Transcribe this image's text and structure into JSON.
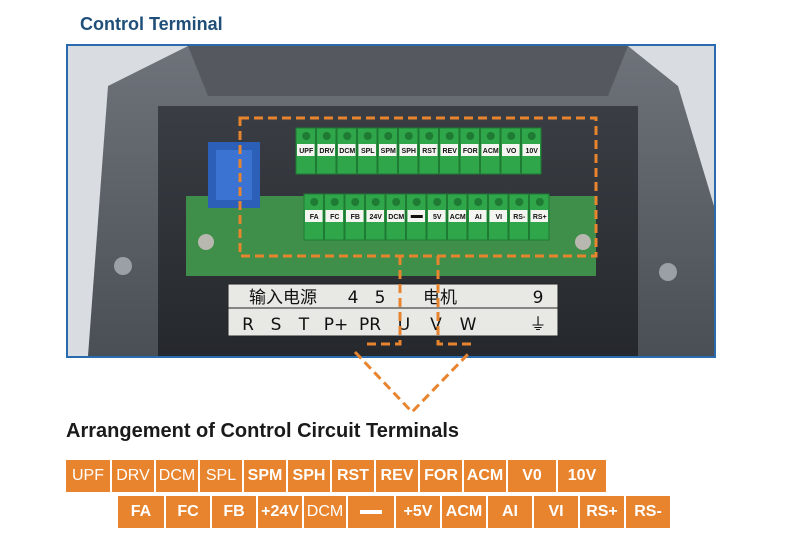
{
  "title": "Control Terminal",
  "heading": "Arrangement of Control Circuit Terminals",
  "colors": {
    "accent": "#e8842e",
    "title": "#1f4e79",
    "frame": "#2a6bb0"
  },
  "photo": {
    "upper_labels": [
      "UPF",
      "DRV",
      "DCM",
      "SPL",
      "SPM",
      "SPH",
      "RST",
      "REV",
      "FOR",
      "ACM",
      "VO",
      "10V"
    ],
    "lower_labels": [
      "FA",
      "FC",
      "FB",
      "24V",
      "DCM",
      "",
      "5V",
      "ACM",
      "AI",
      "VI",
      "RS-",
      "RS+"
    ],
    "plate_top": [
      "输入电源",
      "4",
      "5",
      "电机",
      "9"
    ],
    "plate_bottom": [
      "R",
      "S",
      "T",
      "P+",
      "PR",
      "U",
      "V",
      "W",
      "⏚"
    ]
  },
  "row1": [
    {
      "label": "UPF",
      "weight": "light"
    },
    {
      "label": "DRV",
      "weight": "light"
    },
    {
      "label": "DCM",
      "weight": "light"
    },
    {
      "label": "SPL",
      "weight": "light"
    },
    {
      "label": "SPM",
      "weight": "bold"
    },
    {
      "label": "SPH",
      "weight": "bold"
    },
    {
      "label": "RST",
      "weight": "bold"
    },
    {
      "label": "REV",
      "weight": "bold"
    },
    {
      "label": "FOR",
      "weight": "bold"
    },
    {
      "label": "ACM",
      "weight": "bold"
    },
    {
      "label": "V0",
      "weight": "bold"
    },
    {
      "label": "10V",
      "weight": "bold"
    }
  ],
  "row2": [
    {
      "label": "FA",
      "weight": "bold"
    },
    {
      "label": "FC",
      "weight": "bold"
    },
    {
      "label": "FB",
      "weight": "bold"
    },
    {
      "label": "+24V",
      "weight": "bold"
    },
    {
      "label": "DCM",
      "weight": "light"
    },
    {
      "label": "",
      "weight": "bold",
      "dash": true
    },
    {
      "label": "+5V",
      "weight": "bold"
    },
    {
      "label": "ACM",
      "weight": "bold"
    },
    {
      "label": "AI",
      "weight": "bold"
    },
    {
      "label": "VI",
      "weight": "bold"
    },
    {
      "label": "RS+",
      "weight": "bold"
    },
    {
      "label": "RS-",
      "weight": "bold"
    }
  ]
}
